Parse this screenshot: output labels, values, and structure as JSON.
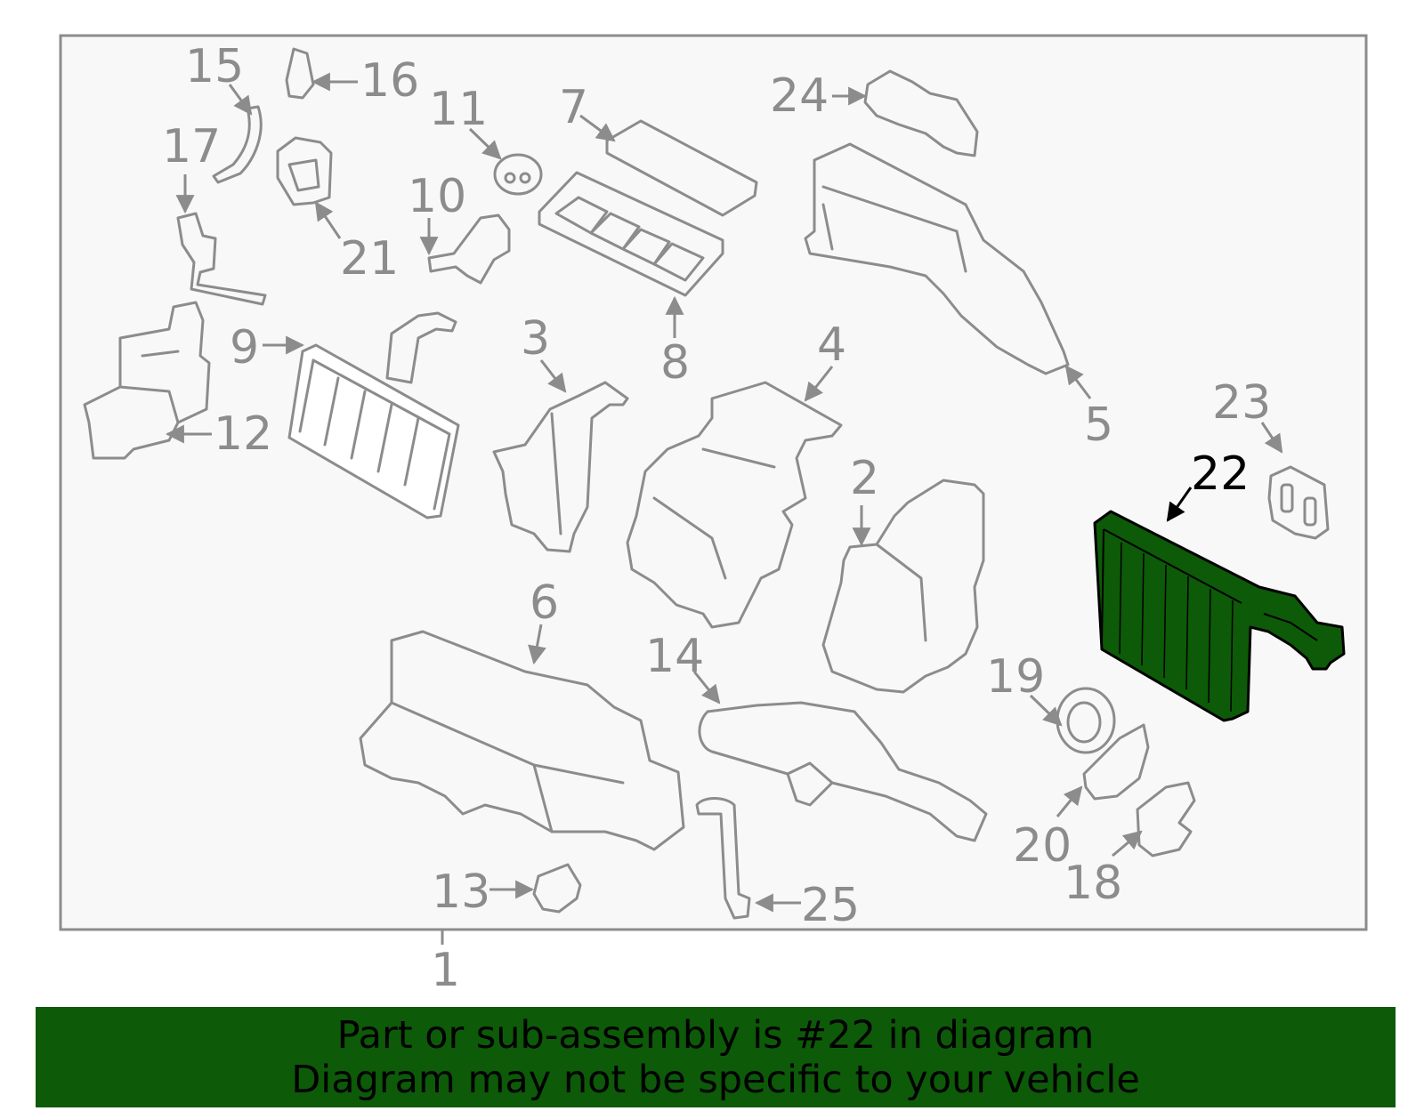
{
  "diagram": {
    "highlight_color": "#0d5a08",
    "highlighted_part": "22",
    "callouts": [
      "1",
      "2",
      "3",
      "4",
      "5",
      "6",
      "7",
      "8",
      "9",
      "10",
      "11",
      "12",
      "13",
      "14",
      "15",
      "16",
      "17",
      "18",
      "19",
      "20",
      "21",
      "22",
      "23",
      "24",
      "25"
    ]
  },
  "banner": {
    "background": "#0d5a08",
    "line1": "Part or sub-assembly is #22 in diagram",
    "line2": "Diagram may not be specific to your vehicle"
  }
}
